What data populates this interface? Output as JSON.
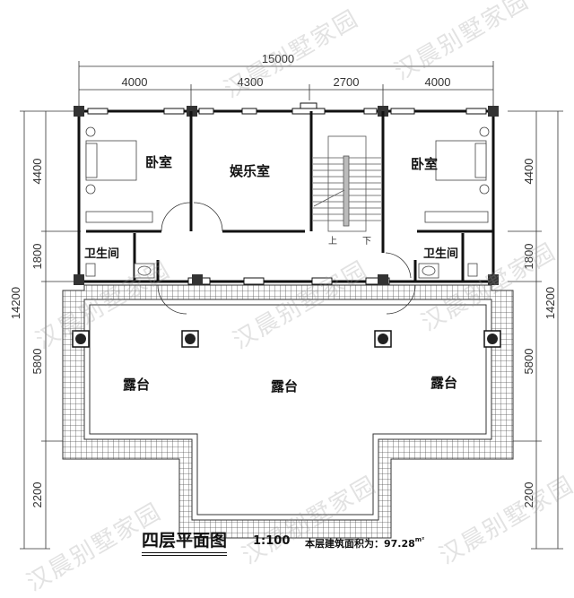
{
  "plan": {
    "title": "四层平面图",
    "scale": "1:100",
    "area_label": "本层建筑面积为：",
    "area_value": "97.28",
    "area_unit": "m²"
  },
  "dimensions": {
    "top_total": "15000",
    "top_segments": [
      "4000",
      "4300",
      "2700",
      "4000"
    ],
    "left_total": "14200",
    "left_segments": [
      "4400",
      "1800",
      "5800",
      "2200"
    ],
    "right_total": "14200",
    "right_segments": [
      "4400",
      "1800",
      "5800",
      "2200"
    ]
  },
  "rooms": {
    "bedroom_left": "卧室",
    "entertainment": "娱乐室",
    "bedroom_right": "卧室",
    "bathroom_left": "卫生间",
    "bathroom_right": "卫生间",
    "terrace_left": "露台",
    "terrace_center": "露台",
    "terrace_right": "露台"
  },
  "stairs": {
    "up": "上",
    "down": "下"
  },
  "watermark": "汉晨别墅家园"
}
